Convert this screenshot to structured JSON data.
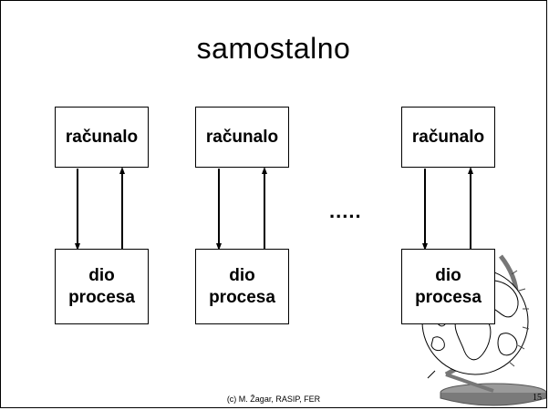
{
  "title": "samostalno",
  "computers": [
    {
      "label": "računalo"
    },
    {
      "label": "računalo"
    },
    {
      "label": "računalo"
    }
  ],
  "processes": [
    {
      "line1": "dio",
      "line2": "procesa"
    },
    {
      "line1": "dio",
      "line2": "procesa"
    },
    {
      "line1": "dio",
      "line2": "procesa"
    }
  ],
  "ellipsis": ".....",
  "footer": "(c) M. Žagar, RASIP, FER",
  "page_number": "15",
  "colors": {
    "border": "#000000",
    "globe_stand": "#9a9a9a",
    "background": "#ffffff"
  },
  "decoration": "globe-icon"
}
